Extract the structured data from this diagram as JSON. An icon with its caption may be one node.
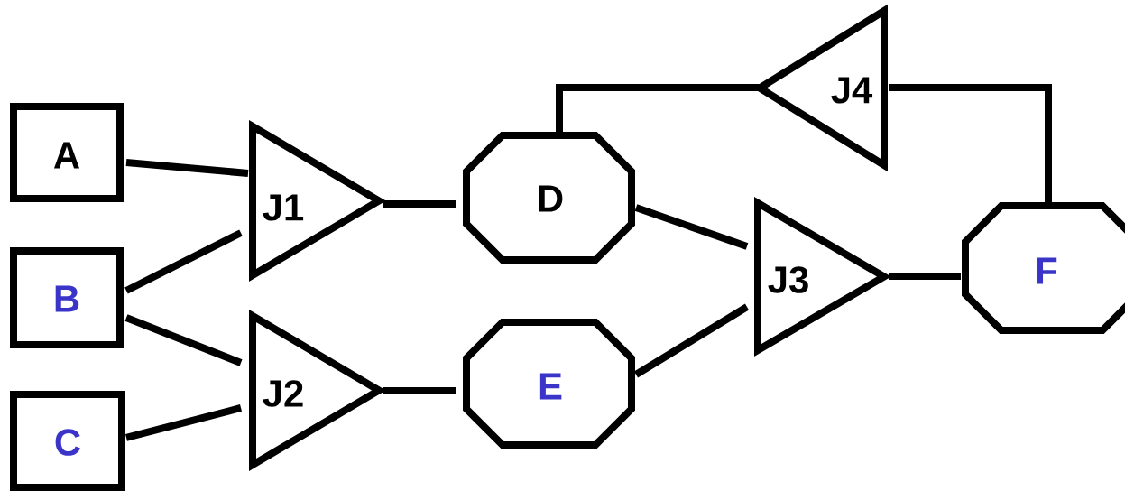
{
  "diagram": {
    "nodes": [
      {
        "text": [
          "A"
        ]
      },
      {
        "text": [
          "B"
        ]
      },
      {
        "text": [
          "C"
        ]
      },
      {
        "text": [
          "J1"
        ]
      },
      {
        "text": [
          "J2"
        ]
      },
      {
        "text": [
          "D"
        ]
      },
      {
        "text": [
          "E"
        ]
      },
      {
        "text": [
          "J3"
        ]
      },
      {
        "text": [
          "F"
        ]
      },
      {
        "text": [
          "J4"
        ]
      }
    ],
    "edges": [
      {
        "from": 0,
        "to": 3,
        "arrow": "none"
      },
      {
        "from": 1,
        "to": 3,
        "arrow": "none"
      },
      {
        "from": 1,
        "to": 4,
        "arrow": "none"
      },
      {
        "from": 2,
        "to": 4,
        "arrow": "none"
      },
      {
        "from": 3,
        "to": 5,
        "arrow": "none"
      },
      {
        "from": 4,
        "to": 6,
        "arrow": "none"
      },
      {
        "from": 5,
        "to": 7,
        "arrow": "none"
      },
      {
        "from": 6,
        "to": 7,
        "arrow": "none"
      },
      {
        "from": 7,
        "to": 8,
        "arrow": "none"
      },
      {
        "from": 8,
        "to": 9,
        "arrow": "none"
      },
      {
        "from": 9,
        "to": 5,
        "arrow": "none"
      }
    ]
  }
}
